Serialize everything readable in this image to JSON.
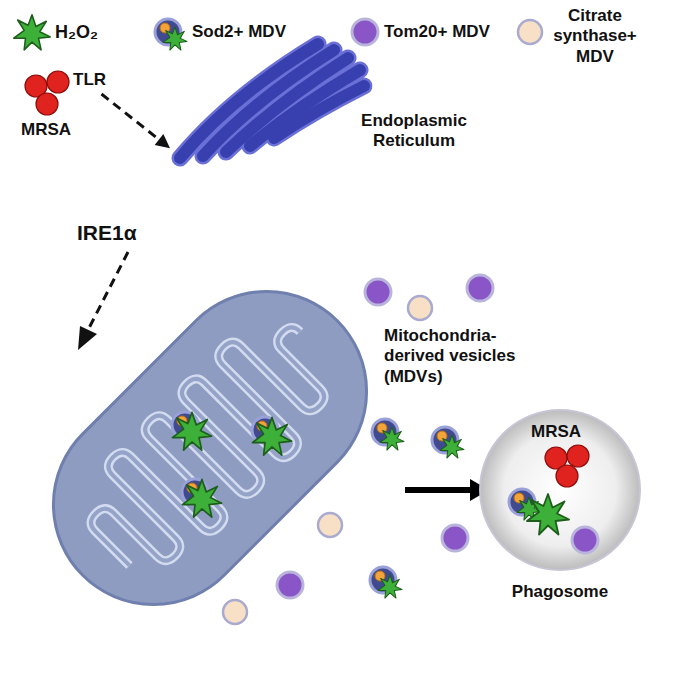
{
  "diagram": {
    "nodes": [
      {
        "text": [
          "MRSA"
        ]
      },
      {
        "text": [
          "TLR"
        ]
      },
      {
        "text": [
          "Endoplasmic Reticulum"
        ]
      },
      {
        "text": [
          "IRE1α"
        ]
      },
      {
        "text": [
          "Phagosome"
        ]
      },
      {
        "text": [
          "MRSA"
        ],
        "in": 4
      }
    ],
    "edges": [
      {
        "from": 1,
        "to": 2,
        "arrow": "to"
      }
    ],
    "labels": [
      "Mitochondria- derived vesicles (MDVs)"
    ],
    "legend": [
      {
        "text": "H₂O₂"
      },
      {
        "text": "Sod2+ MDV"
      },
      {
        "text": "Tom20+ MDV",
        "color": "#8a55c6"
      },
      {
        "text": "Citrate synthase+ MDV",
        "color": "#f7e0c6"
      }
    ]
  }
}
